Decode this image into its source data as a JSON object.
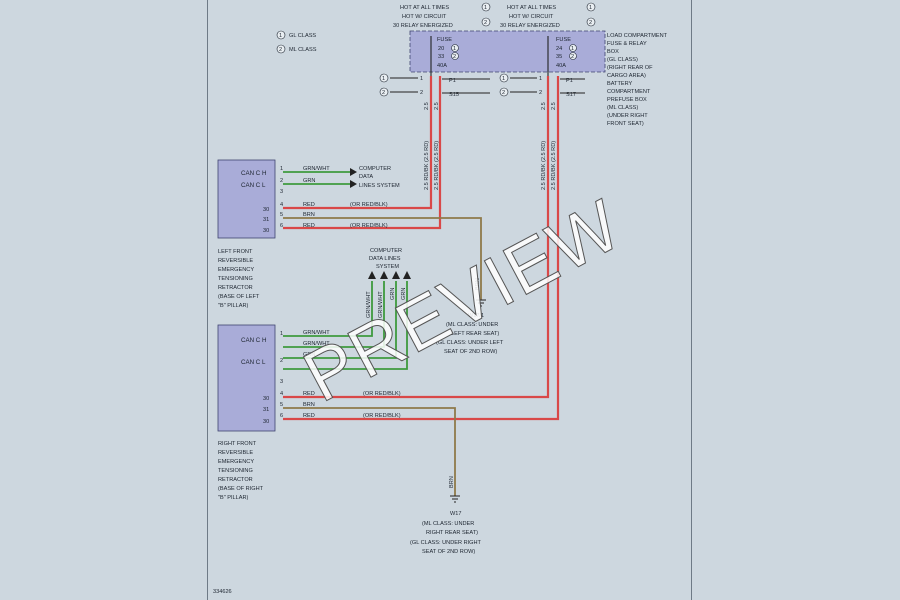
{
  "legend": {
    "gl": "GL CLASS",
    "ml": "ML CLASS",
    "n1": "1",
    "n2": "2"
  },
  "header_left": {
    "line1": "HOT AT ALL TIMES",
    "line2": "HOT W/ CIRCUIT",
    "line3": "30 RELAY ENERGIZED",
    "n1": "1",
    "n2": "2"
  },
  "header_right": {
    "line1": "HOT AT ALL TIMES",
    "line2": "HOT W/ CIRCUIT",
    "line3": "30 RELAY ENERGIZED",
    "n1": "1",
    "n2": "2"
  },
  "fuse_left": {
    "label": "FUSE",
    "a": "20",
    "b": "33",
    "amps": "40A",
    "n1": "1",
    "n2": "2"
  },
  "fuse_right": {
    "label": "FUSE",
    "a": "24",
    "b": "35",
    "amps": "40A",
    "n1": "1",
    "n2": "2"
  },
  "fuse_box_desc": [
    "LOAD COMPARTMENT",
    "FUSE & RELAY",
    "BOX",
    "(GL CLASS)",
    "(RIGHT REAR OF",
    "CARGO AREA)",
    "BATTERY",
    "COMPARTMENT",
    "PREFUSE BOX",
    "(ML CLASS)",
    "(UNDER RIGHT",
    "FRONT SEAT)"
  ],
  "connectors_left": {
    "p1": "1",
    "p2": "2",
    "pin1": "1",
    "pin2": "2",
    "c1": "P1",
    "c2": "S15"
  },
  "connectors_right": {
    "p1": "1",
    "p2": "2",
    "pin1": "1",
    "pin2": "2",
    "c1": "P1",
    "c2": "S17"
  },
  "vertical_labels": {
    "w1": "2.5 RD/BK (2.5 RD)",
    "w2": "2.5 RD/BK (2.5 RD)",
    "w3": "2.5 RD/BK (2.5 RD)",
    "w4": "2.5 RD/BK (2.5 RD)",
    "g1": "2.5",
    "g2": "2.5",
    "g3": "2.5",
    "g4": "2.5"
  },
  "left_retractor": {
    "can_h": "CAN C H",
    "can_l": "CAN C L",
    "pins": [
      "1",
      "2",
      "3",
      "4",
      "5",
      "6"
    ],
    "terms": [
      "30",
      "31",
      "30"
    ],
    "wires": [
      "GRN/WHT",
      "GRN",
      "",
      "RED",
      "BRN",
      "RED"
    ],
    "alts": [
      "(OR RED/BLK)",
      "(OR RED/BLK)"
    ],
    "cdl": [
      "COMPUTER",
      "DATA",
      "LINES SYSTEM"
    ],
    "desc": [
      "LEFT FRONT",
      "REVERSIBLE",
      "EMERGENCY",
      "TENSIONING",
      "RETRACTOR",
      "(BASE OF LEFT",
      "\"B\" PILLAR)"
    ]
  },
  "cdl_mid": {
    "line1": "COMPUTER",
    "line2": "DATA LINES",
    "line3": "SYSTEM",
    "v1": "GRN/WHT",
    "v2": "GRN/WHT",
    "v3": "GRN",
    "v4": "GRN"
  },
  "ground_w171": {
    "id": "W17/1",
    "line1": "(ML CLASS: UNDER",
    "line2": "LEFT REAR SEAT)",
    "line3": "(GL CLASS: UNDER LEFT",
    "line4": "SEAT OF 2ND ROW)",
    "wire": "BRN"
  },
  "right_retractor": {
    "can_h": "CAN C H",
    "can_l": "CAN C L",
    "pins": [
      "1",
      "2",
      "3",
      "4",
      "5",
      "6"
    ],
    "terms": [
      "30",
      "31",
      "30"
    ],
    "wires": [
      "GRN/WHT",
      "GRN/WHT",
      "GRN",
      "RED",
      "BRN",
      "RED"
    ],
    "alts": [
      "(OR RED/BLK)",
      "(OR RED/BLK)"
    ],
    "desc": [
      "RIGHT FRONT",
      "REVERSIBLE",
      "EMERGENCY",
      "TENSIONING",
      "RETRACTOR",
      "(BASE OF RIGHT",
      "\"B\" PILLAR)"
    ]
  },
  "ground_w17": {
    "id": "W17",
    "line1": "(ML CLASS: UNDER",
    "line2": "RIGHT REAR SEAT)",
    "line3": "(GL CLASS: UNDER RIGHT",
    "line4": "SEAT OF 2ND ROW)",
    "wire": "BRN"
  },
  "figure_id": "334626",
  "watermark": "PREVIEW",
  "colors": {
    "red_wire": "#d94848",
    "green_wire": "#3e9a3e",
    "brown_wire": "#8f7a4a",
    "module": "#a9acd8",
    "background": "#cdd7df"
  }
}
